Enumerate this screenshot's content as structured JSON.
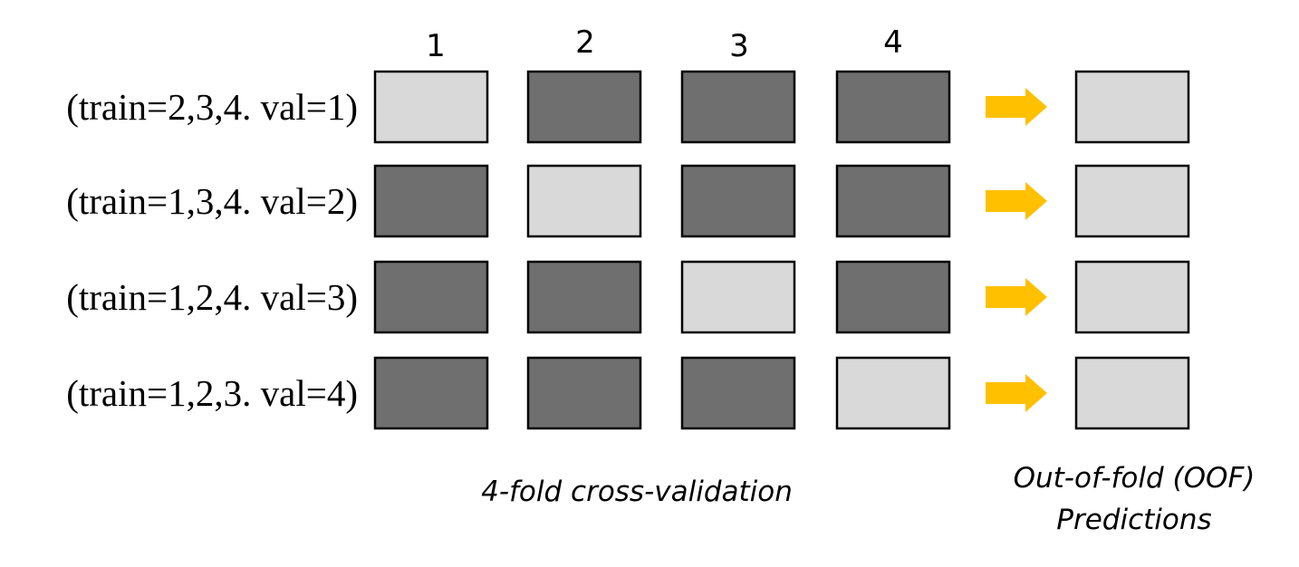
{
  "fold_headers": [
    "1",
    "2",
    "3",
    "4"
  ],
  "rows": [
    {
      "label": "(train=2,3,4. val=1)",
      "validation_fold": 1
    },
    {
      "label": "(train=1,3,4. val=2)",
      "validation_fold": 2
    },
    {
      "label": "(train=1,2,4. val=3)",
      "validation_fold": 3
    },
    {
      "label": "(train=1,2,3. val=4)",
      "validation_fold": 4
    }
  ],
  "captions": {
    "cv": "4-fold cross-validation",
    "oof_line1": "Out-of-fold (OOF)",
    "oof_line2": "Predictions"
  },
  "colors": {
    "train_fold": "#6f6f6f",
    "validation_fold": "#d9d9d9",
    "oof_box": "#d9d9d9",
    "arrow": "#ffc000",
    "border": "#000000"
  }
}
